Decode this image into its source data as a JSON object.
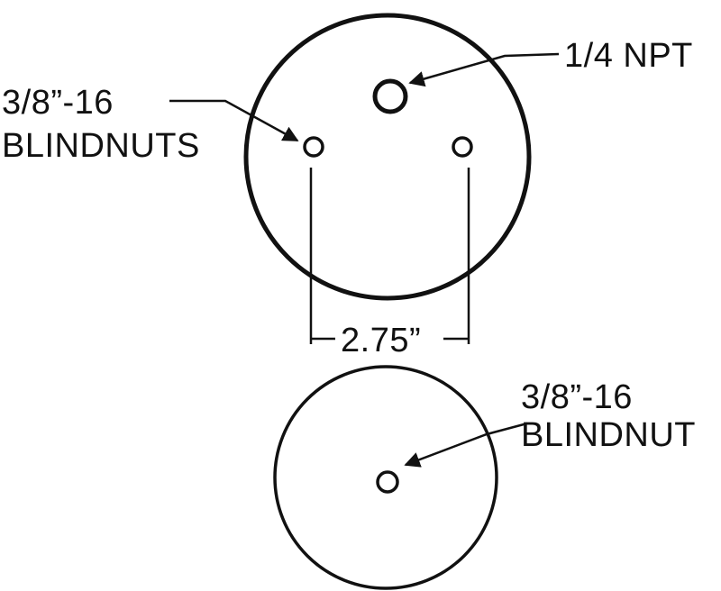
{
  "top_plate": {
    "port_label": "1/4 NPT",
    "blindnuts_label_line1": "3/8”-16",
    "blindnuts_label_line2": "BLINDNUTS",
    "spacing_label": "2.75”"
  },
  "bottom_plate": {
    "blindnut_label_line1": "3/8”-16",
    "blindnut_label_line2": "BLINDNUT"
  },
  "colors": {
    "stroke": "#111111",
    "background": "#ffffff"
  }
}
